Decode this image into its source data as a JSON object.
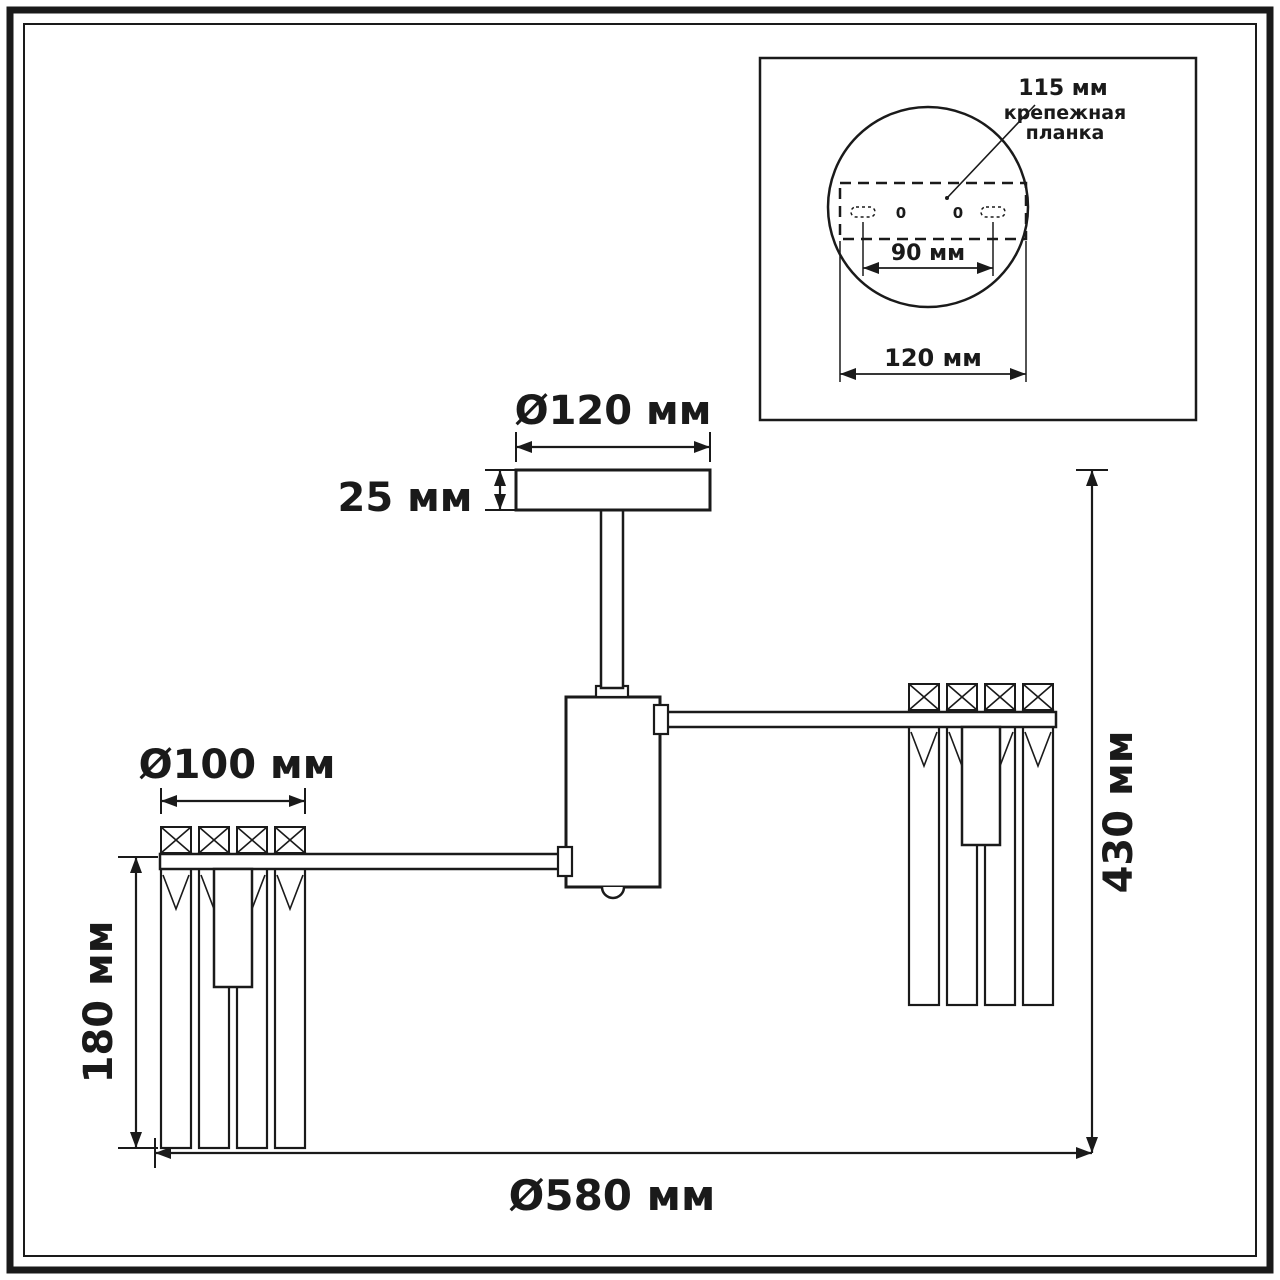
{
  "drawing": {
    "dims": {
      "canopy_diameter": "Ø120 мм",
      "canopy_height": "25 мм",
      "crystal_diameter": "Ø100 мм",
      "crystal_height": "180 мм",
      "total_height": "430 мм",
      "total_width": "Ø580 мм"
    },
    "inset": {
      "plate_length": "115 мм",
      "plate_name_line1": "крепежная",
      "plate_name_line2": "планка",
      "holes_spacing": "90 мм",
      "base_width": "120 мм",
      "hole_left_mark": "0",
      "hole_right_mark": "0"
    }
  }
}
